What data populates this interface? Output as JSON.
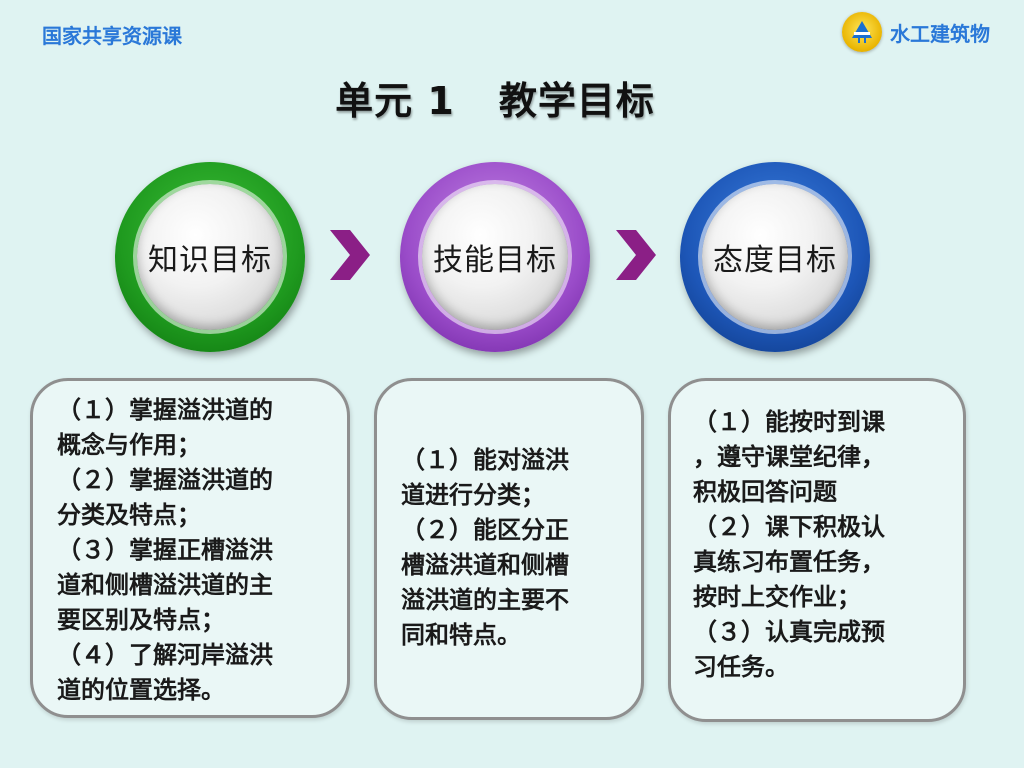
{
  "header": {
    "left_text": "国家共享资源课",
    "right_text": "水工建筑物"
  },
  "title": {
    "unit": "单元 1",
    "topic": "教学目标"
  },
  "circles": [
    {
      "label": "知识目标",
      "color": "#1f9a1f"
    },
    {
      "label": "技能目标",
      "color": "#9a4cc9"
    },
    {
      "label": "态度目标",
      "color": "#1d56b7"
    }
  ],
  "arrow_color": "#8b1f86",
  "knowledge": {
    "lines": [
      "（１）掌握溢洪道的",
      "概念与作用；",
      "（２）掌握溢洪道的",
      "分类及特点；",
      "（３）掌握正槽溢洪",
      "道和侧槽溢洪道的主",
      "要区别及特点；",
      "（４）了解河岸溢洪",
      "道的位置选择。"
    ]
  },
  "skills": {
    "lines": [
      "（１）能对溢洪",
      "道进行分类；",
      "（２）能区分正",
      "槽溢洪道和侧槽",
      "溢洪道的主要不",
      "同和特点。"
    ]
  },
  "attitude": {
    "lines": [
      "（１）能按时到课",
      "，遵守课堂纪律，",
      "积极回答问题",
      "（２）课下积极认",
      "真练习布置任务，",
      "按时上交作业；",
      "（３）认真完成预",
      "习任务。"
    ]
  }
}
